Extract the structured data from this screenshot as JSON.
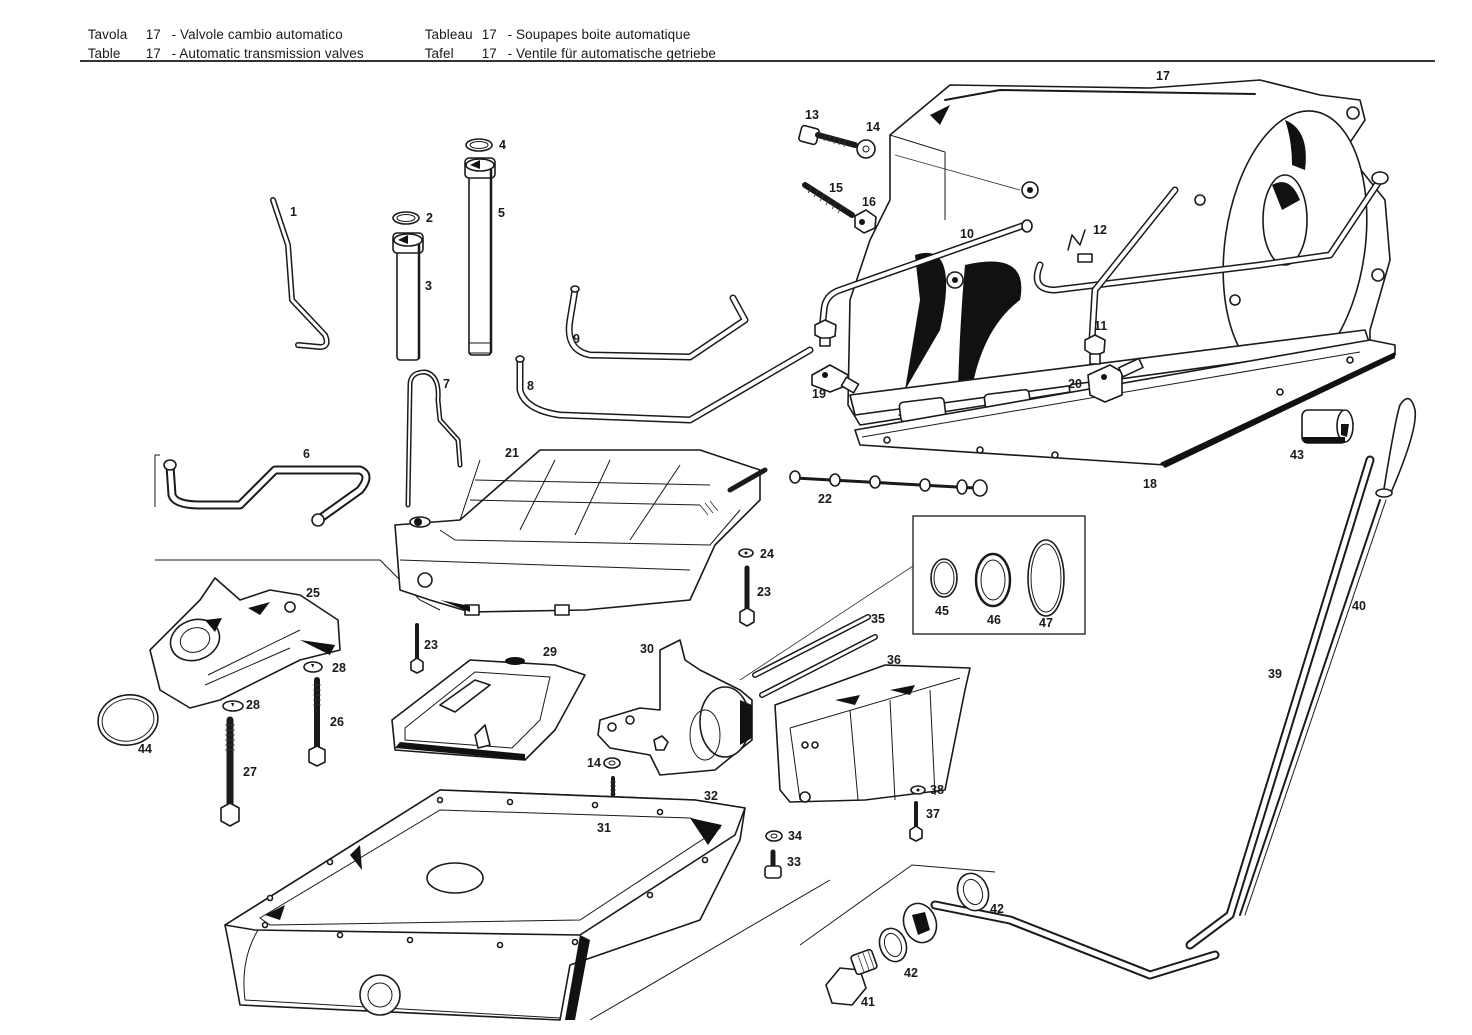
{
  "header": {
    "it_label": "Tavola",
    "it_num": "17",
    "it_title": "- Valvole cambio automatico",
    "en_label": "Table",
    "en_num": "17",
    "en_title": "- Automatic transmission valves",
    "fr_label": "Tableau",
    "fr_num": "17",
    "fr_title": "- Soupapes boite automatique",
    "de_label": "Tafel",
    "de_num": "17",
    "de_title": "- Ventile für automatische getriebe"
  },
  "diagram": {
    "type": "exploded-parts",
    "subject": "Automatic transmission valves",
    "callouts": [
      {
        "id": "1",
        "label": "1"
      },
      {
        "id": "2",
        "label": "2"
      },
      {
        "id": "3",
        "label": "3"
      },
      {
        "id": "4",
        "label": "4"
      },
      {
        "id": "5",
        "label": "5"
      },
      {
        "id": "6",
        "label": "6"
      },
      {
        "id": "7",
        "label": "7"
      },
      {
        "id": "8",
        "label": "8"
      },
      {
        "id": "9",
        "label": "9"
      },
      {
        "id": "10",
        "label": "10"
      },
      {
        "id": "11",
        "label": "11"
      },
      {
        "id": "12",
        "label": "12"
      },
      {
        "id": "13",
        "label": "13"
      },
      {
        "id": "14a",
        "label": "14"
      },
      {
        "id": "14b",
        "label": "14"
      },
      {
        "id": "15",
        "label": "15"
      },
      {
        "id": "16",
        "label": "16"
      },
      {
        "id": "17",
        "label": "17"
      },
      {
        "id": "18",
        "label": "18"
      },
      {
        "id": "19",
        "label": "19"
      },
      {
        "id": "20",
        "label": "20"
      },
      {
        "id": "21",
        "label": "21"
      },
      {
        "id": "22",
        "label": "22"
      },
      {
        "id": "23a",
        "label": "23"
      },
      {
        "id": "23b",
        "label": "23"
      },
      {
        "id": "24",
        "label": "24"
      },
      {
        "id": "25",
        "label": "25"
      },
      {
        "id": "26",
        "label": "26"
      },
      {
        "id": "27",
        "label": "27"
      },
      {
        "id": "28a",
        "label": "28"
      },
      {
        "id": "28b",
        "label": "28"
      },
      {
        "id": "29",
        "label": "29"
      },
      {
        "id": "30",
        "label": "30"
      },
      {
        "id": "31",
        "label": "31"
      },
      {
        "id": "32",
        "label": "32"
      },
      {
        "id": "33",
        "label": "33"
      },
      {
        "id": "34",
        "label": "34"
      },
      {
        "id": "35",
        "label": "35"
      },
      {
        "id": "36",
        "label": "36"
      },
      {
        "id": "37",
        "label": "37"
      },
      {
        "id": "38",
        "label": "38"
      },
      {
        "id": "39",
        "label": "39"
      },
      {
        "id": "40",
        "label": "40"
      },
      {
        "id": "41",
        "label": "41"
      },
      {
        "id": "42a",
        "label": "42"
      },
      {
        "id": "42b",
        "label": "42"
      },
      {
        "id": "43",
        "label": "43"
      },
      {
        "id": "44",
        "label": "44"
      },
      {
        "id": "45",
        "label": "45"
      },
      {
        "id": "46",
        "label": "46"
      },
      {
        "id": "47",
        "label": "47"
      }
    ]
  }
}
